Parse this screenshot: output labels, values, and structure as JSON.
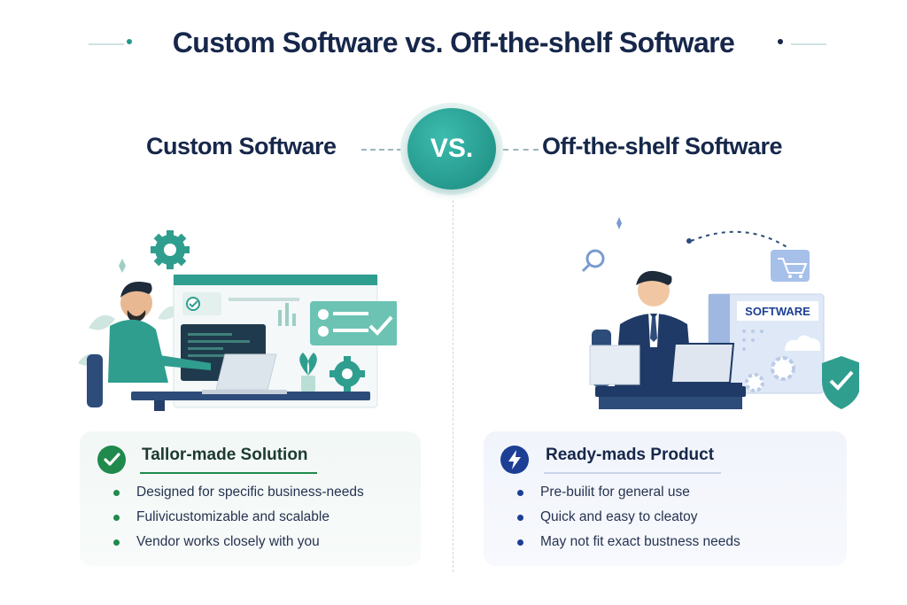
{
  "header": {
    "title": "Custom Software vs. Off-the-shelf Software"
  },
  "comparison": {
    "left_title": "Custom Software",
    "vs_label": "VS.",
    "right_title": "Off-the-shelf Software"
  },
  "illustration_right": {
    "box_label": "SOFTWARE"
  },
  "cards": {
    "left": {
      "title": "Tallor-made Solution",
      "items": [
        "Designed for specific business-needs",
        "Fulivicustomizable and scalable",
        "Vendor works closely with you"
      ]
    },
    "right": {
      "title": "Ready-mads Product",
      "items": [
        "Pre-builit for general use",
        "Quick and easy to cleatoy",
        "May not fit exact bustness needs"
      ]
    }
  },
  "icons": {
    "left_badge": "check-circle-icon",
    "right_badge": "lightning-bolt-icon",
    "gear": "gear-icon",
    "search": "magnifier-icon",
    "cart": "shopping-cart-icon",
    "shield": "shield-check-icon",
    "cloud": "cloud-icon"
  },
  "colors": {
    "navy": "#16274a",
    "teal": "#25988c",
    "green": "#1f8a4c",
    "blue": "#1c3f95"
  }
}
